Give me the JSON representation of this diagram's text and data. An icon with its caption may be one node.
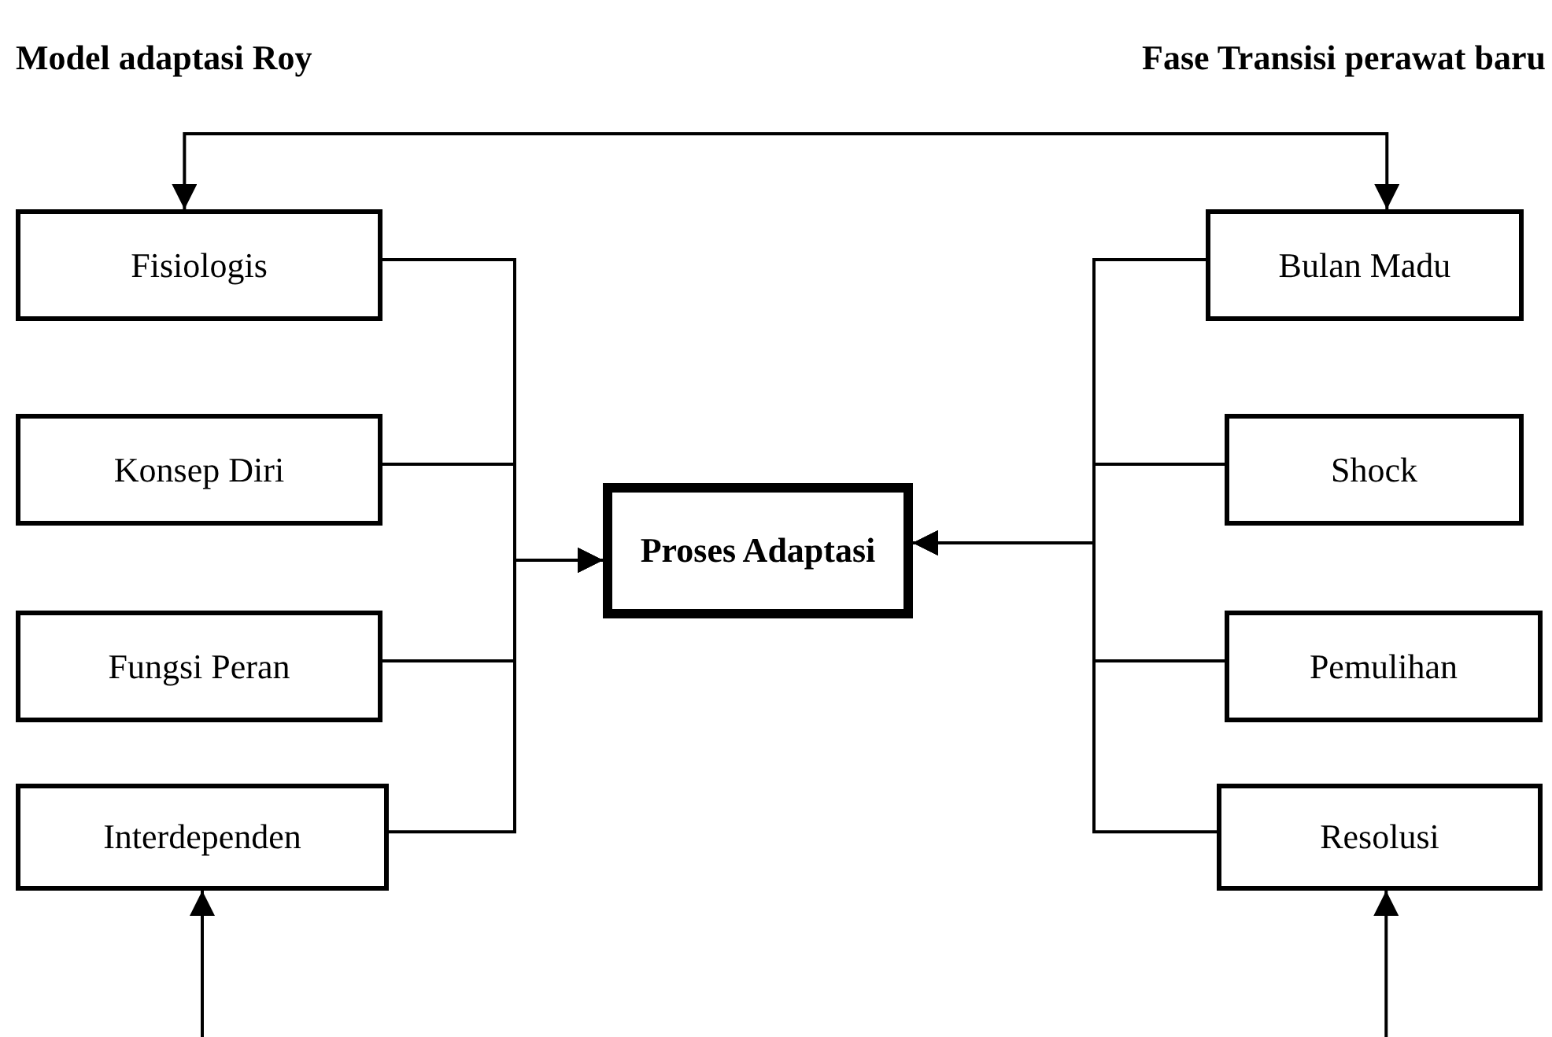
{
  "diagram": {
    "nodes": [
      {
        "text": [
          "Fisiologis"
        ]
      },
      {
        "text": [
          "Konsep Diri"
        ]
      },
      {
        "text": [
          "Fungsi Peran"
        ]
      },
      {
        "text": [
          "Interdependen"
        ]
      },
      {
        "text": [
          "Proses Adaptasi"
        ]
      },
      {
        "text": [
          "Bulan Madu"
        ]
      },
      {
        "text": [
          "Shock"
        ]
      },
      {
        "text": [
          "Pemulihan"
        ]
      },
      {
        "text": [
          "Resolusi"
        ]
      }
    ],
    "edges": [
      {
        "from": 0,
        "to": 5,
        "arrow": "both"
      },
      {
        "from": 0,
        "to": 4,
        "arrow": "to"
      },
      {
        "from": 1,
        "to": 4,
        "arrow": "to"
      },
      {
        "from": 2,
        "to": 4,
        "arrow": "to"
      },
      {
        "from": 3,
        "to": 4,
        "arrow": "to"
      },
      {
        "from": 5,
        "to": 4,
        "arrow": "to"
      },
      {
        "from": 6,
        "to": 4,
        "arrow": "to"
      },
      {
        "from": 7,
        "to": 4,
        "arrow": "to"
      },
      {
        "from": 8,
        "to": 4,
        "arrow": "to"
      },
      {
        "from": null,
        "to": 3,
        "arrow": "to"
      },
      {
        "from": null,
        "to": 8,
        "arrow": "to"
      }
    ],
    "labels": [
      "Model adaptasi Roy",
      "Fase Transisi perawat baru"
    ]
  }
}
